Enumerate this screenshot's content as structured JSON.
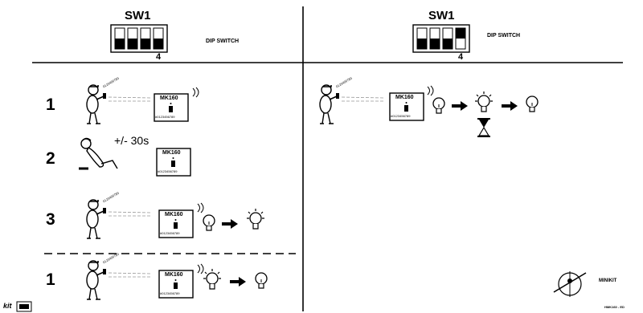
{
  "header": {
    "left": {
      "title": "SW1",
      "caption": "DIP SWITCH",
      "switch_number": "4"
    },
    "right": {
      "title": "SW1",
      "caption": "DIP SWITCH",
      "switch_number": "4"
    }
  },
  "steps_left": [
    {
      "number": "1",
      "phone_number": "0123456789",
      "device_model": "MK160",
      "device_number": "#0123456789"
    },
    {
      "number": "2",
      "duration": "+/- 30s",
      "device_model": "MK160",
      "device_number": "#0123456789"
    },
    {
      "number": "3",
      "phone_number": "0123456789",
      "device_model": "MK160",
      "device_number": "#0123456789"
    },
    {
      "number": "1",
      "phone_number": "0123456789",
      "device_model": "MK160",
      "device_number": "#0123456789"
    }
  ],
  "step_right": {
    "phone_number": "0123456789",
    "device_model": "MK160",
    "device_number": "#0123456789"
  },
  "brand": {
    "name": "MINIKIT",
    "footer_code": "HMK160 - ED",
    "logo_text": "kit"
  },
  "icons": {
    "person": "person-with-phone-icon",
    "reclining": "reclining-person-icon",
    "device": "mk160-module-icon",
    "bulb_off": "lightbulb-off-icon",
    "bulb_on": "lightbulb-on-icon",
    "arrow": "arrow-right-icon",
    "hourglass": "hourglass-icon",
    "signal": "signal-waves-icon"
  }
}
